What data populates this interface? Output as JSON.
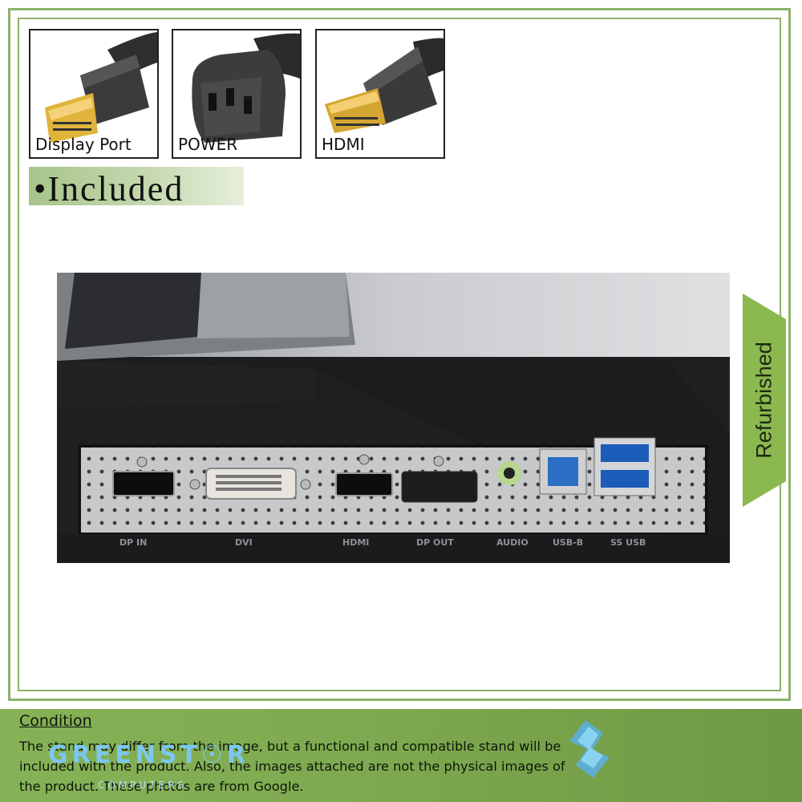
{
  "connectors": [
    {
      "label": "Display Port",
      "icon": "displayport-cable-icon"
    },
    {
      "label": "POWER",
      "icon": "power-cable-icon"
    },
    {
      "label": "HDMI",
      "icon": "hdmi-cable-icon"
    }
  ],
  "included_label": "•Included",
  "port_labels": [
    "DP IN",
    "DVI",
    "HDMI",
    "DP OUT",
    "AUDIO",
    "USB-B",
    "SS USB"
  ],
  "ribbon_label": "Refurbished",
  "footer": {
    "condition_title": "Condition",
    "condition_text": "The stand may differ from the image, but a functional and compatible stand will be included with the product. Also, the images attached are not the physical images of the product. These photos are from Google."
  },
  "logo": {
    "brand": "GREENST☉R",
    "sub": "COMPUTERS"
  },
  "colors": {
    "frame": "#8bb26a",
    "footer": "#7da84f",
    "brand": "#7cc7f0",
    "ribbon": "#8bb84f"
  }
}
